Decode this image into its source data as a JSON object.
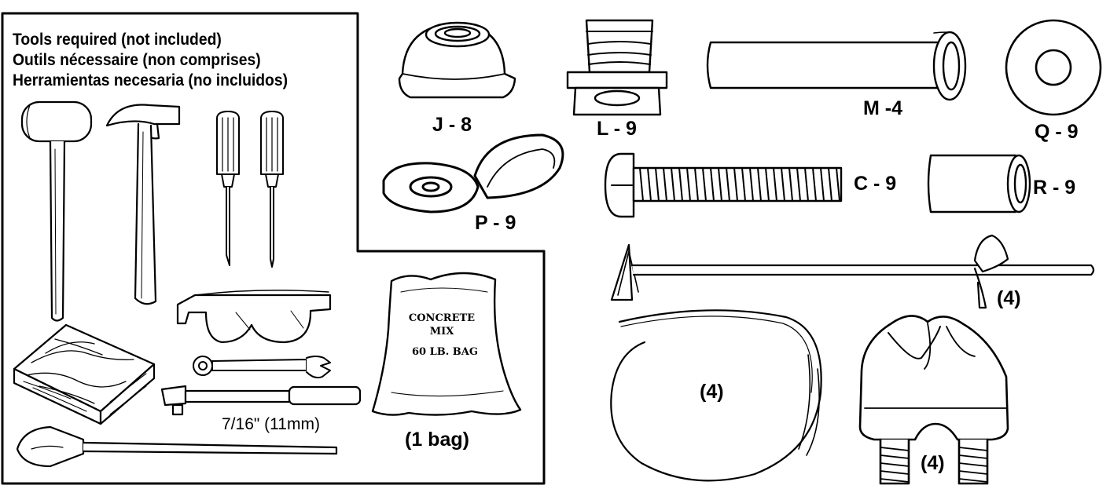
{
  "tools_box": {
    "title_lines": [
      "Tools required (not included)",
      "Outils nécessaire (non comprises)",
      "Herramientas necesaria (no incluidos)"
    ],
    "wrench_size": "7/16\" (11mm)",
    "bag_line1": "CONCRETE",
    "bag_line2": "MIX",
    "bag_line3": "60 LB. BAG",
    "bag_qty": "(1 bag)"
  },
  "parts": {
    "J": "J - 8",
    "L": "L - 9",
    "M": "M -4",
    "Q": "Q - 9",
    "P": "P - 9",
    "C": "C - 9",
    "R": "R - 9",
    "anchor_qty": "(4)",
    "cable_qty": "(4)",
    "clamp_qty": "(4)"
  }
}
